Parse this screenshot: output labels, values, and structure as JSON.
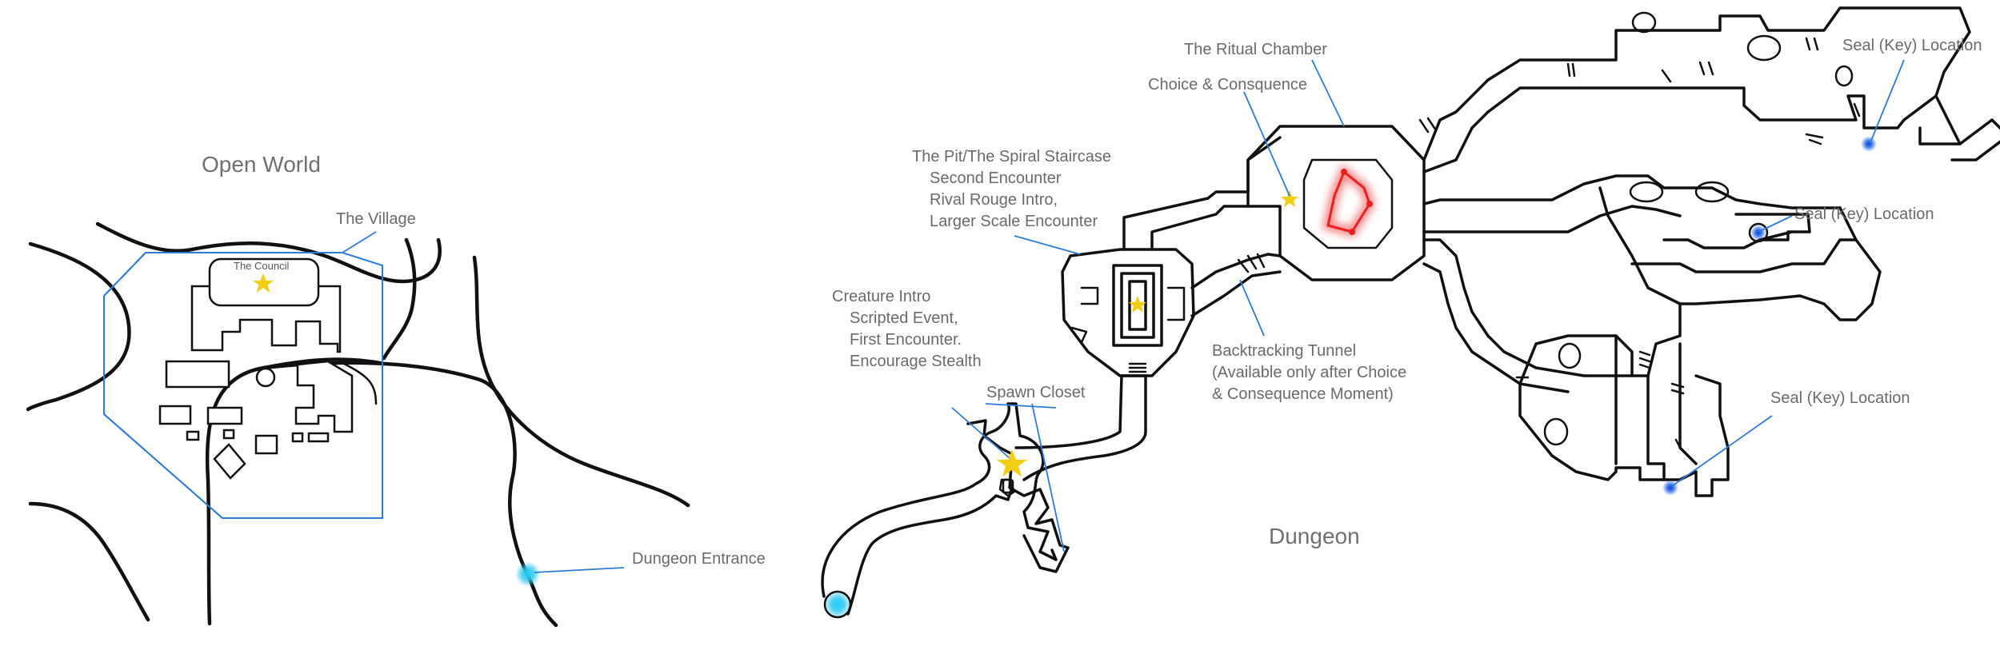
{
  "open_world": {
    "title": "Open World",
    "village_label": "The Village",
    "council_label": "The Council",
    "dungeon_entrance_label": "Dungeon Entrance"
  },
  "dungeon": {
    "title": "Dungeon",
    "ritual_chamber_label": "The Ritual Chamber",
    "choice_label": "Choice & Consquence",
    "pit_lines": [
      "The Pit/The Spiral Staircase",
      "Second Encounter",
      "Rival Rouge Intro,",
      "Larger Scale Encounter"
    ],
    "creature_lines": [
      "Creature Intro",
      "Scripted Event,",
      "First Encounter.",
      "Encourage Stealth"
    ],
    "spawn_label": "Spawn Closet",
    "tunnel_lines": [
      "Backtracking Tunnel",
      "(Available only after Choice",
      "& Consequence Moment)"
    ],
    "seal_labels": [
      "Seal (Key) Location",
      "Seal (Key) Location",
      "Seal (Key) Location"
    ]
  },
  "colors": {
    "leader_line": "#2e7bd6",
    "star": "#f2cd12",
    "entrance_glow": "#2fc7ee",
    "seal_glow": "#1f63e6",
    "ritual_glow": "#e82020"
  }
}
